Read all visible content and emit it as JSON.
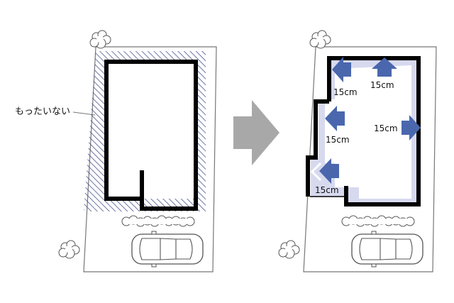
{
  "before": {
    "wasted_space_label": "もったいない"
  },
  "after": {
    "expansion_labels": [
      "15cm",
      "15cm",
      "15cm",
      "15cm"
    ]
  },
  "colors": {
    "wall": "#000000",
    "site_line": "#777777",
    "hatch": "#4a5590",
    "expansion_fill": "#d7d9ef",
    "arrow_blue": "#4a67ae",
    "transition_arrow": "#a8a8a8"
  }
}
